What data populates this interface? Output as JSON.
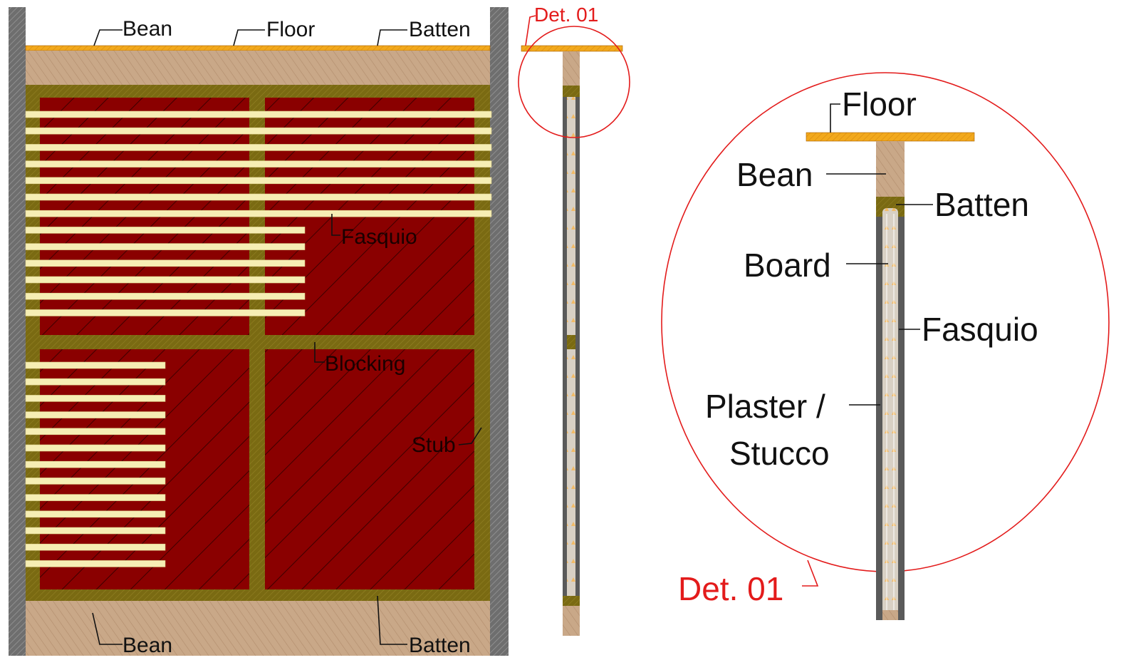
{
  "labels": {
    "elevation": {
      "bean_top": "Bean",
      "floor": "Floor",
      "batten_top": "Batten",
      "fasquio": "Fasquio",
      "blocking": "Blocking",
      "stub": "Stub",
      "bean_bottom": "Bean",
      "batten_bottom": "Batten"
    },
    "section": {
      "detail_ref": "Det. 01"
    },
    "detail": {
      "floor": "Floor",
      "bean": "Bean",
      "batten": "Batten",
      "board": "Board",
      "fasquio": "Fasquio",
      "plaster_line1": "Plaster /",
      "plaster_line2": "Stucco",
      "title": "Det. 01"
    }
  },
  "colors": {
    "panel_red": "#8a0000",
    "fasquio_strip": "#f6eeb4",
    "frame_olive": "#7a6a12",
    "bean_wood": "#c9a888",
    "floor_orange": "#f2a91d",
    "wall_grey": "#6e6e6e",
    "detail_red": "#e31b1b"
  }
}
